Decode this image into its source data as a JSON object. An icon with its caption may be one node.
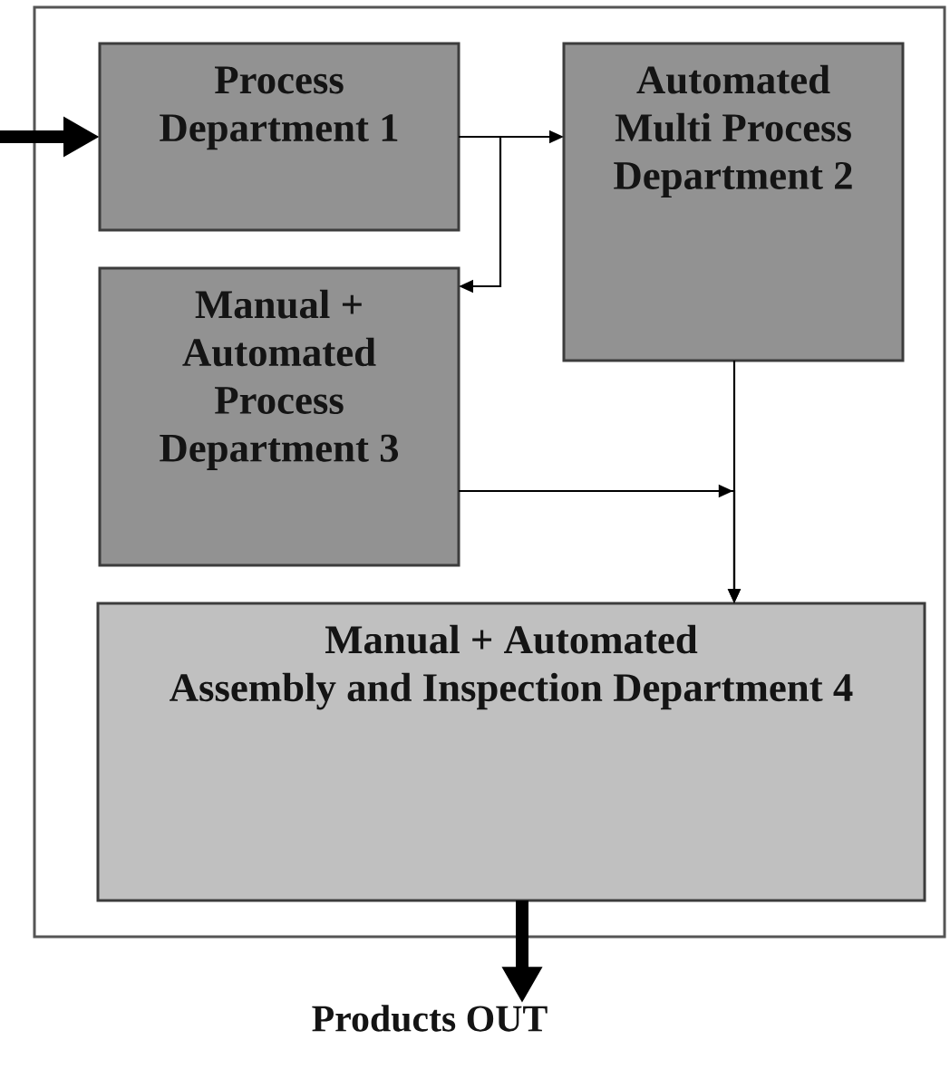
{
  "diagram": {
    "nodes": [
      {
        "text": [],
        "shape": "box"
      },
      {
        "text": [
          "Process Department 1"
        ],
        "in": 0
      },
      {
        "text": [
          "Automated Multi Process Department 2"
        ],
        "in": 0
      },
      {
        "text": [
          "Manual + Automated Process Department 3"
        ],
        "in": 0
      },
      {
        "text": [
          "Manual + Automated Assembly and Inspection Department 4"
        ],
        "in": 0
      },
      {
        "text": [
          "Products OUT"
        ]
      }
    ],
    "edges": [
      {
        "from": null,
        "to": 1,
        "arrow": "to",
        "style": "thick"
      },
      {
        "from": 1,
        "to": 2,
        "arrow": "to"
      },
      {
        "from": 1,
        "to": 3,
        "arrow": "to"
      },
      {
        "from": 2,
        "to": 4,
        "arrow": "to"
      },
      {
        "from": 3,
        "to": 4,
        "arrow": "to"
      },
      {
        "from": 4,
        "to": 5,
        "arrow": "to",
        "style": "thick"
      }
    ]
  }
}
